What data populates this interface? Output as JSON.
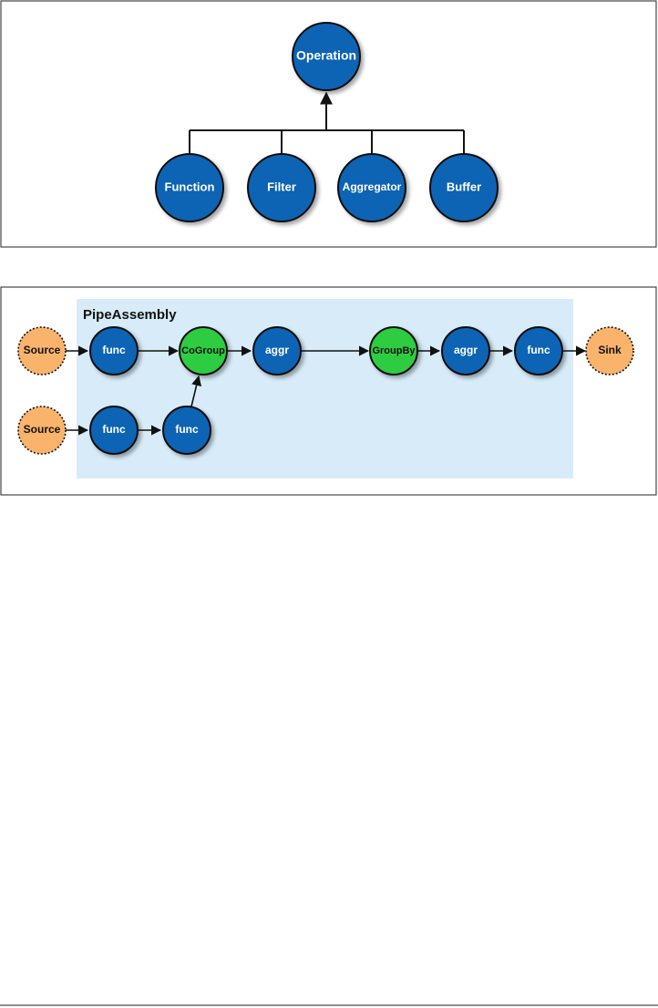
{
  "figure1": {
    "root": {
      "label": "Operation"
    },
    "children": [
      {
        "label": "Function"
      },
      {
        "label": "Filter"
      },
      {
        "label": "Aggregator"
      },
      {
        "label": "Buffer"
      }
    ]
  },
  "figure2": {
    "assembly_label": "PipeAssembly",
    "nodes": {
      "source1": "Source",
      "func1": "func",
      "cogroup": "CoGroup",
      "aggr1": "aggr",
      "groupby": "GroupBy",
      "aggr2": "aggr",
      "func3": "func",
      "sink": "Sink",
      "source2": "Source",
      "func2a": "func",
      "func2b": "func"
    }
  },
  "colors": {
    "operation_fill": "#0a64b4",
    "group_fill": "#2ecc40",
    "tap_fill": "#f9b36b",
    "assembly_bg": "#d7ecf8"
  }
}
